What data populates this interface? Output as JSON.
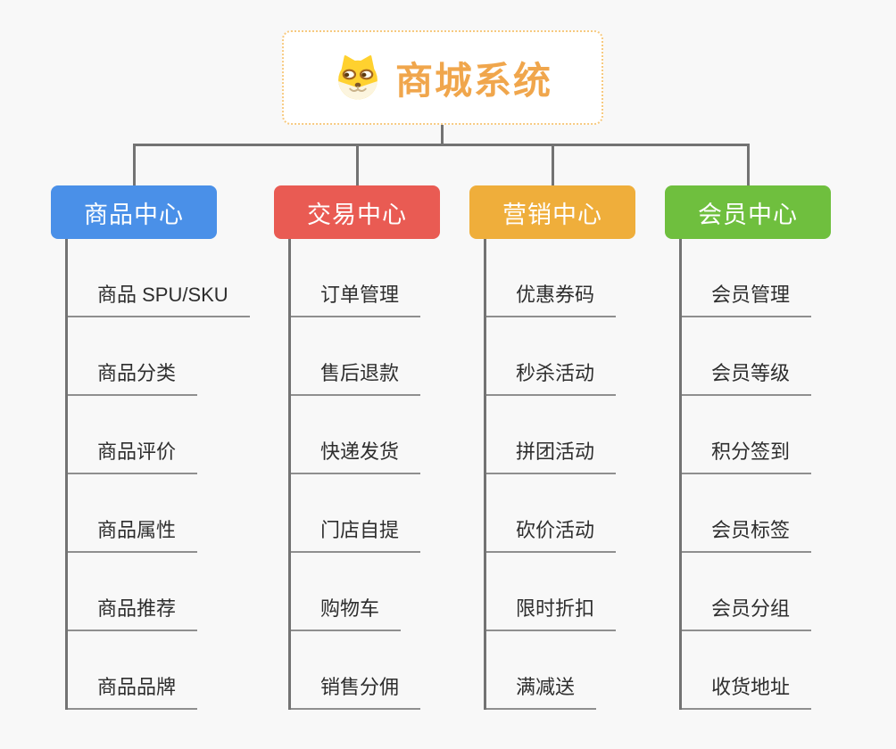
{
  "root": {
    "title": "商城系统",
    "icon": "dog-logo-icon"
  },
  "branches": [
    {
      "label": "商品中心",
      "color": "#4a90e8",
      "items": [
        "商品 SPU/SKU",
        "商品分类",
        "商品评价",
        "商品属性",
        "商品推荐",
        "商品品牌"
      ]
    },
    {
      "label": "交易中心",
      "color": "#e95b53",
      "items": [
        "订单管理",
        "售后退款",
        "快递发货",
        "门店自提",
        "购物车",
        "销售分佣"
      ]
    },
    {
      "label": "营销中心",
      "color": "#efae3b",
      "items": [
        "优惠券码",
        "秒杀活动",
        "拼团活动",
        "砍价活动",
        "限时折扣",
        "满减送"
      ]
    },
    {
      "label": "会员中心",
      "color": "#6fbf3e",
      "items": [
        "会员管理",
        "会员等级",
        "积分签到",
        "会员标签",
        "会员分组",
        "收货地址"
      ]
    }
  ],
  "colors": {
    "background": "#f8f8f8",
    "root_text": "#f0a64c",
    "root_border": "#f7ca80",
    "connector": "#737373",
    "underline": "#8f8f8f",
    "item_text": "#2e2e2e"
  }
}
